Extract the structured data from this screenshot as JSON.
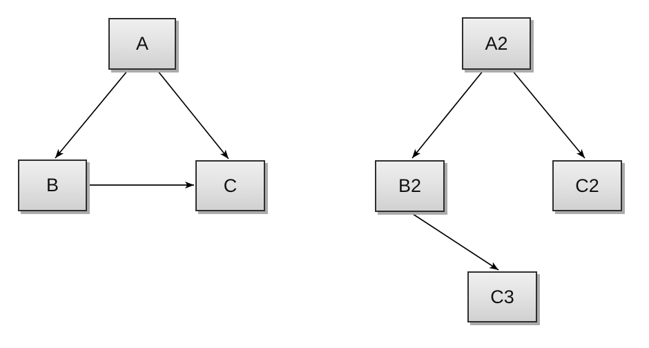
{
  "diagram": {
    "background_color": "#ffffff",
    "node_style": {
      "fill_top": "#efefef",
      "fill_bottom": "#d1d1d1",
      "border_color": "#2e2e2e",
      "shadow_color": "#ababab",
      "text_color": "#111111"
    },
    "edge_style": {
      "color": "#000000",
      "arrowhead": "filled-dart"
    },
    "graphs": [
      {
        "name": "left-graph",
        "nodes": [
          {
            "id": "A",
            "label": "A"
          },
          {
            "id": "B",
            "label": "B"
          },
          {
            "id": "C",
            "label": "C"
          }
        ],
        "edges": [
          {
            "from": "A",
            "to": "B"
          },
          {
            "from": "A",
            "to": "C"
          },
          {
            "from": "B",
            "to": "C"
          }
        ]
      },
      {
        "name": "right-graph",
        "nodes": [
          {
            "id": "A2",
            "label": "A2"
          },
          {
            "id": "B2",
            "label": "B2"
          },
          {
            "id": "C2",
            "label": "C2"
          },
          {
            "id": "C3",
            "label": "C3"
          }
        ],
        "edges": [
          {
            "from": "A2",
            "to": "B2"
          },
          {
            "from": "A2",
            "to": "C2"
          },
          {
            "from": "B2",
            "to": "C3"
          }
        ]
      }
    ]
  }
}
